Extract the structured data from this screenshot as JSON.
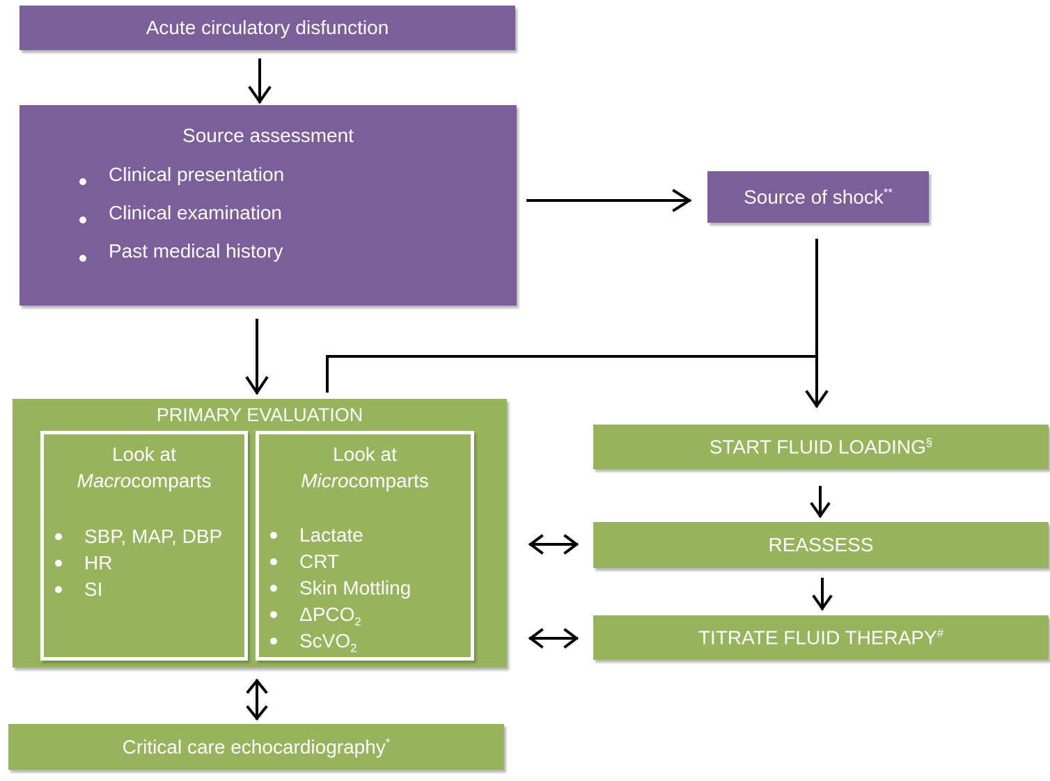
{
  "acute": {
    "label": "Acute circulatory disfunction"
  },
  "source_assessment": {
    "title": "Source assessment",
    "items": [
      "Clinical presentation",
      "Clinical examination",
      "Past medical history"
    ]
  },
  "source_of_shock": {
    "label": "Source of shock",
    "mark": "**"
  },
  "primary": {
    "title": "PRIMARY EVALUATION",
    "macro": {
      "line1": "Look at",
      "em": "Macro",
      "rest": "comparts",
      "items": [
        "SBP, MAP, DBP",
        "HR",
        "SI"
      ]
    },
    "micro": {
      "line1": "Look at",
      "em": "Micro",
      "rest": "comparts",
      "items": [
        "Lactate",
        "CRT",
        "Skin Mottling"
      ],
      "pco2": {
        "delta": "ΔPCO",
        "sub": "2"
      },
      "scvo2": {
        "prefix": "ScVO",
        "sub": "2"
      }
    }
  },
  "echo": {
    "label": "Critical care echocardiography",
    "mark": "*"
  },
  "start_fluid": {
    "label": "START FLUID LOADING",
    "mark": "§"
  },
  "reassess": {
    "label": "REASSESS"
  },
  "titrate": {
    "label": "TITRATE FLUID THERAPY",
    "mark": "#"
  },
  "colors": {
    "purple": "#7b5e9a",
    "green": "#97b45d",
    "arrow": "#000000"
  }
}
